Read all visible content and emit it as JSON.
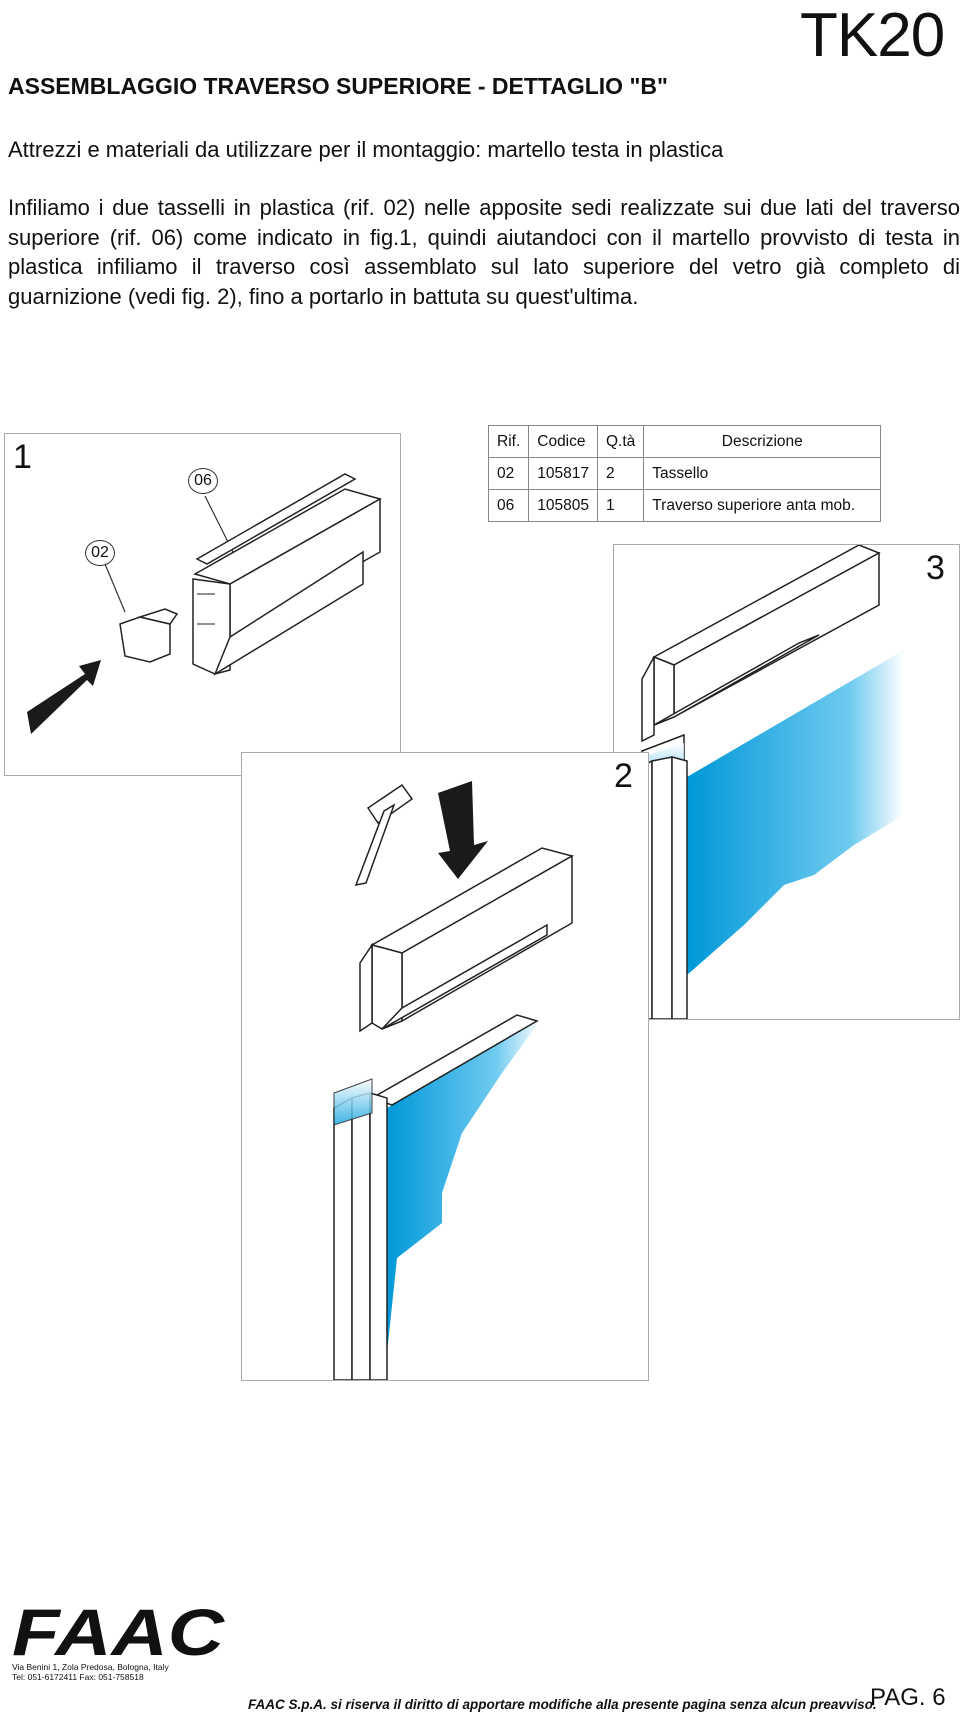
{
  "header": {
    "model": "TK20",
    "title": "ASSEMBLAGGIO TRAVERSO SUPERIORE - DETTAGLIO \"B\""
  },
  "tools_line": "Attrezzi e materiali da utilizzare per il montaggio: martello testa in plastica",
  "paragraph": "Infiliamo i due tasselli in plastica (rif. 02) nelle apposite sedi realizzate sui due lati del traverso superiore (rif. 06) come indicato in fig.1, quindi aiutandoci con il martello provvisto di testa in plastica infiliamo il traverso così assemblato sul lato superiore del vetro già completo di guarnizione (vedi fig. 2), fino a portarlo in battuta su quest'ultima.",
  "figures": {
    "fig1": {
      "number": "1",
      "callouts": [
        "06",
        "02"
      ]
    },
    "fig2": {
      "number": "2"
    },
    "fig3": {
      "number": "3"
    }
  },
  "parts_table": {
    "headers": [
      "Rif.",
      "Codice",
      "Q.tà",
      "Descrizione"
    ],
    "rows": [
      [
        "02",
        "105817",
        "2",
        "Tassello"
      ],
      [
        "06",
        "105805",
        "1",
        "Traverso superiore anta mob."
      ]
    ]
  },
  "footer": {
    "logo_text": "FAAC",
    "address_line1": "Via Benini 1, Zola Predosa, Bologna, Italy",
    "address_line2": "Tel: 051-6172411  Fax: 051-758518",
    "disclaimer": "FAAC S.p.A. si riserva il diritto di apportare modifiche alla presente pagina senza alcun preavviso.",
    "page": "PAG. 6"
  },
  "colors": {
    "glass": "#1aa8e0",
    "arrow": "#1a1a1a",
    "border": "#aaaaaa"
  }
}
